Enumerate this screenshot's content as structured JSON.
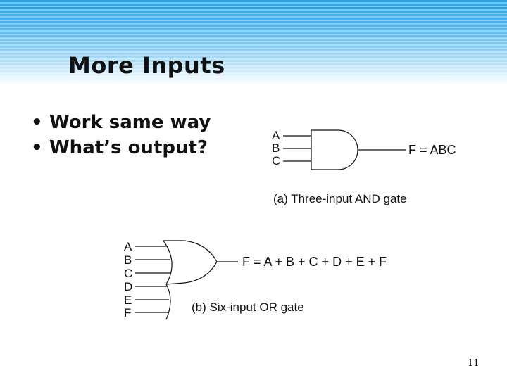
{
  "slide": {
    "title": "More Inputs",
    "bullets": [
      {
        "marker": "•",
        "text": "Work same way"
      },
      {
        "marker": "•",
        "text": "What’s output?"
      }
    ],
    "page_number": "11"
  },
  "diagram_a": {
    "inputs": [
      "A",
      "B",
      "C"
    ],
    "output": "F = ABC",
    "caption": "(a) Three-input AND gate"
  },
  "diagram_b": {
    "inputs": [
      "A",
      "B",
      "C",
      "D",
      "E",
      "F"
    ],
    "output": "F = A + B + C + D + E + F",
    "caption": "(b) Six-input OR gate"
  }
}
